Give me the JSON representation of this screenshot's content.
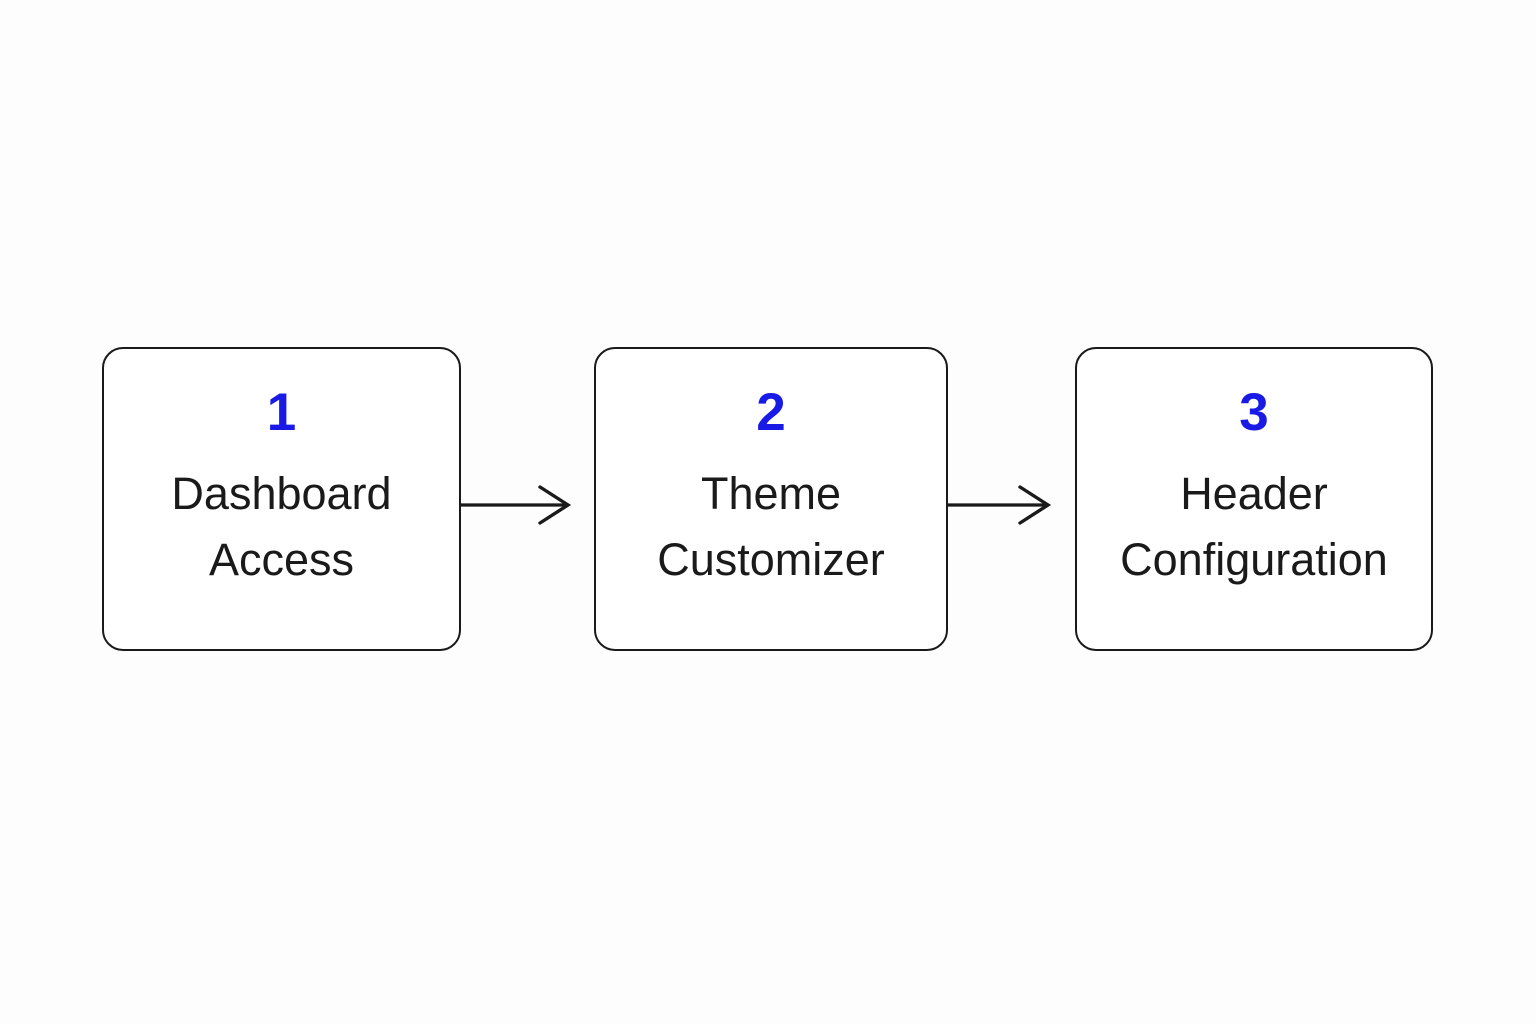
{
  "diagram": {
    "type": "process-flow",
    "orientation": "horizontal",
    "background_color": "#fdfdfd",
    "node_fill": "#ffffff",
    "node_border_color": "#1a1a1a",
    "number_color": "#1a1ae6",
    "label_color": "#1a1a1a",
    "connector_color": "#1a1a1a",
    "steps": [
      {
        "number": "1",
        "label": "Dashboard\nAccess"
      },
      {
        "number": "2",
        "label": "Theme\nCustomizer"
      },
      {
        "number": "3",
        "label": "Header\nConfiguration"
      }
    ],
    "connectors": [
      {
        "from": "1",
        "to": "2",
        "style": "open-arrow",
        "direction": "right"
      },
      {
        "from": "2",
        "to": "3",
        "style": "open-arrow",
        "direction": "right"
      }
    ]
  }
}
